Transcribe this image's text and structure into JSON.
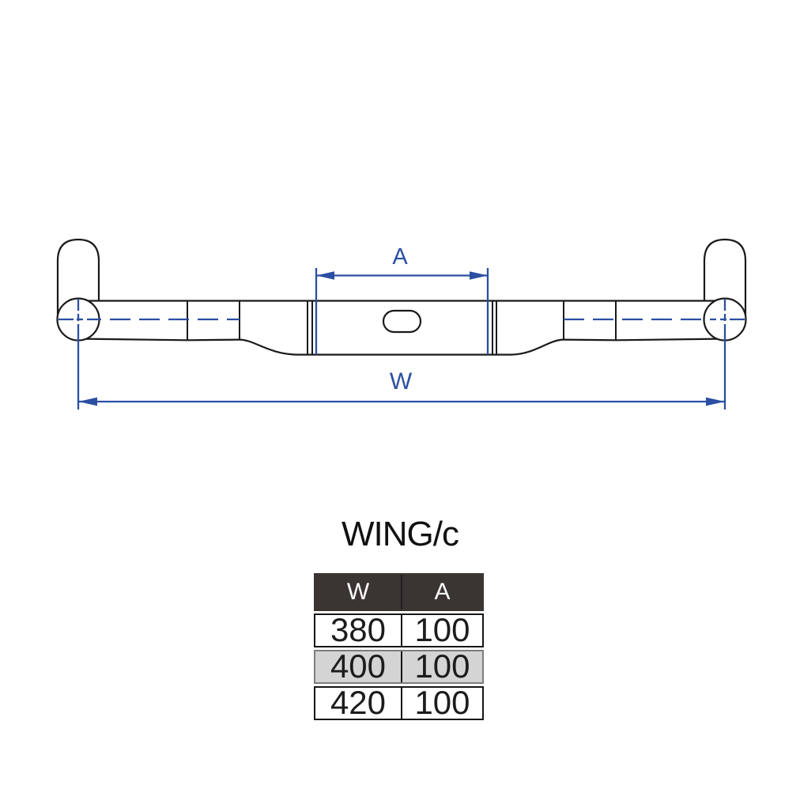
{
  "title": "WING/c",
  "drawing": {
    "dim_a_label": "A",
    "dim_w_label": "W",
    "dimension_color": "#2b4fa2",
    "line_color": "#1a1a1a"
  },
  "table": {
    "headers": [
      "W",
      "A"
    ],
    "rows": [
      {
        "w": "380",
        "a": "100",
        "highlighted": false
      },
      {
        "w": "400",
        "a": "100",
        "highlighted": true
      },
      {
        "w": "420",
        "a": "100",
        "highlighted": false
      }
    ],
    "header_bg": "#3a3433",
    "highlight_bg": "#d4d4d4"
  }
}
